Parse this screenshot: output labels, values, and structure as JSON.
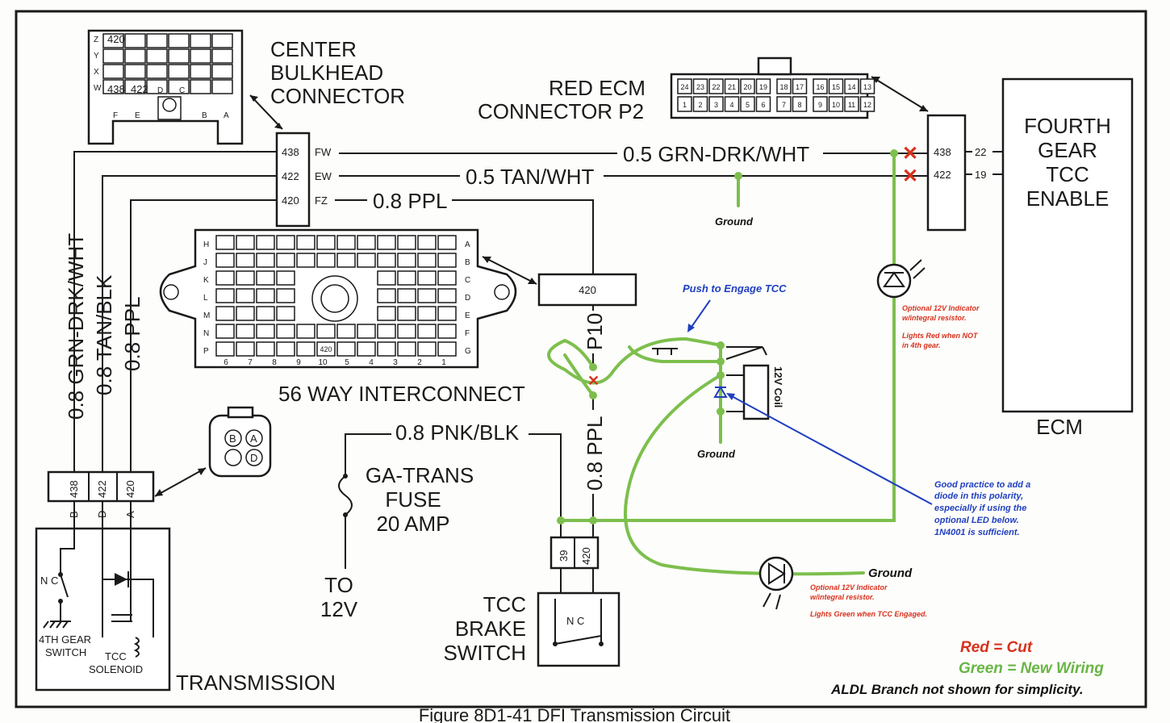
{
  "title": "Figure 8D1-41 DFI Transmission Circuit",
  "center_connector": {
    "label": "CENTER BULKHEAD CONNECTOR",
    "label_lines": [
      "CENTER",
      "BULKHEAD",
      "CONNECTOR"
    ],
    "pins": [
      {
        "num": "438",
        "code": "FW"
      },
      {
        "num": "422",
        "code": "EW"
      },
      {
        "num": "420",
        "code": "FZ"
      }
    ],
    "row_letters": [
      "Z",
      "Y",
      "X",
      "W"
    ],
    "face_pins": [
      "420",
      "438",
      "422"
    ],
    "face_letters": [
      "D",
      "C",
      "F",
      "E",
      "B",
      "A"
    ]
  },
  "red_ecm": {
    "label_lines": [
      "RED ECM",
      "CONNECTOR P2"
    ],
    "top_pins": [
      "24",
      "23",
      "22",
      "21",
      "20",
      "19",
      "18",
      "17",
      "16",
      "15",
      "14",
      "13"
    ],
    "bottom_pins": [
      "1",
      "2",
      "3",
      "4",
      "5",
      "6",
      "7",
      "8",
      "9",
      "10",
      "11",
      "12"
    ]
  },
  "ecm": {
    "label_lines": [
      "FOURTH",
      "GEAR",
      "TCC",
      "ENABLE"
    ],
    "name": "ECM",
    "pins": [
      {
        "num": "438",
        "terminal": "22"
      },
      {
        "num": "422",
        "terminal": "19"
      }
    ]
  },
  "wires": {
    "w1": "0.5 GRN-DRK/WHT",
    "w2": "0.5 TAN/WHT",
    "w3": "0.8 PPL",
    "v1": "0.8 GRN-DRK/WHT",
    "v2": "0.8 TAN/BLK",
    "v3": "0.8 PPL",
    "pnk": "0.8 PNK/BLK",
    "ppl_lower": "0.8 PPL",
    "p10": "P10"
  },
  "interconnect": {
    "label": "56 WAY INTERCONNECT",
    "left_rows": [
      "H",
      "J",
      "K",
      "L",
      "M",
      "N",
      "P"
    ],
    "right_rows": [
      "A",
      "B",
      "C",
      "D",
      "E",
      "F",
      "G"
    ],
    "bottom_nums": [
      "6",
      "7",
      "8",
      "9",
      "10",
      "5",
      "4",
      "3",
      "2",
      "1"
    ],
    "pin_420": "420",
    "p10_box": "420"
  },
  "fuse": {
    "lines": [
      "GA-TRANS",
      "FUSE",
      "20 AMP"
    ],
    "to": [
      "TO",
      "12V"
    ]
  },
  "brake": {
    "lines": [
      "TCC",
      "BRAKE",
      "SWITCH"
    ],
    "nc": "N C",
    "pins": [
      "39",
      "420"
    ]
  },
  "transmission": {
    "label": "TRANSMISSION",
    "pins": [
      {
        "num": "438",
        "letter": "B"
      },
      {
        "num": "422",
        "letter": "D"
      },
      {
        "num": "420",
        "letter": "A"
      }
    ],
    "nc": "N C",
    "gear_switch": [
      "4TH GEAR",
      "SWITCH"
    ],
    "solenoid": [
      "TCC",
      "SOLENOID"
    ],
    "connector_letters": [
      "B",
      "A",
      "D"
    ]
  },
  "annotations": {
    "ground1": "Ground",
    "ground2": "Ground",
    "ground3": "Ground",
    "push": "Push to Engage TCC",
    "coil": "12V Coil",
    "led_top": [
      "Optional 12V Indicator",
      "w/integral resistor.",
      "",
      "Lights Red when NOT",
      "in 4th gear."
    ],
    "led_bottom": [
      "Optional 12V Indicator",
      "w/integral resistor.",
      "",
      "Lights Green when TCC Engaged."
    ],
    "diode_note": [
      "Good practice to add a",
      "diode in this polarity,",
      "especially  if using  the",
      "optional LED below.",
      "1N4001 is sufficient."
    ]
  },
  "legend": {
    "red": "Red = Cut",
    "green": "Green = New Wiring",
    "note": "ALDL Branch not shown for simplicity."
  },
  "colors": {
    "cut_red": "#d8311d",
    "new_green": "#7dbf4d",
    "note_blue": "#1f3fbf",
    "ink": "#1a1a1a"
  }
}
